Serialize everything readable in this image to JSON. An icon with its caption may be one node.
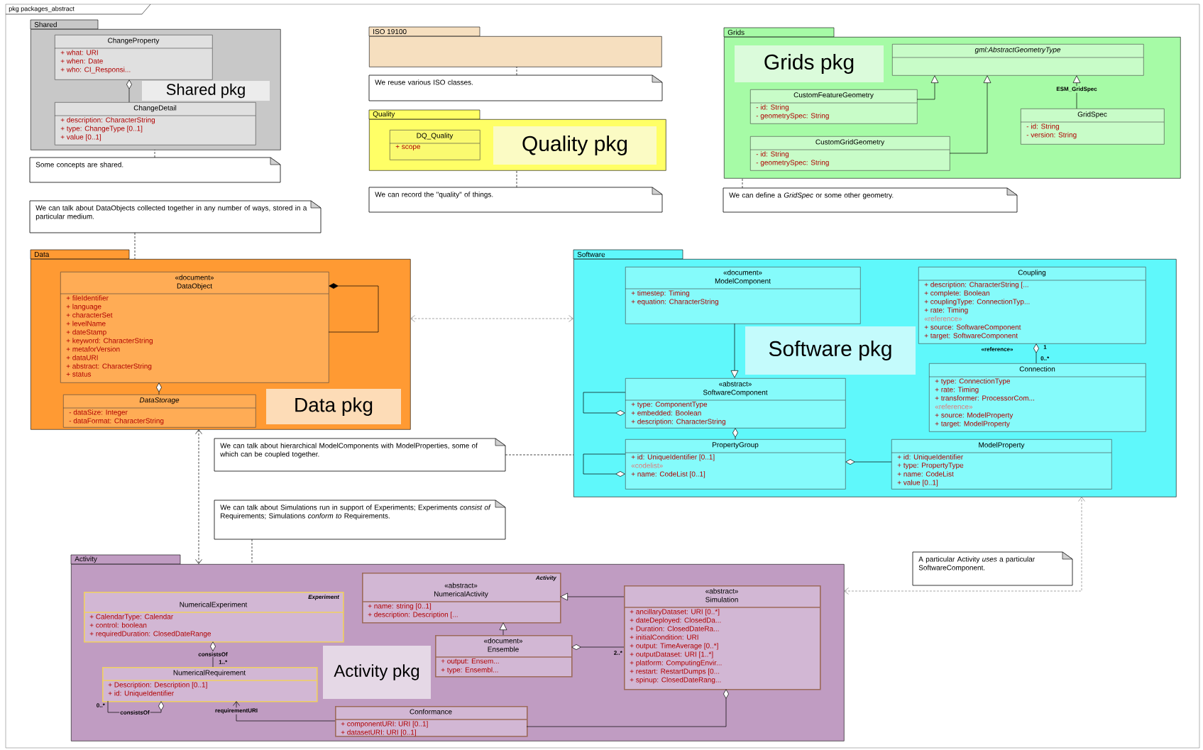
{
  "diagram": {
    "title": "pkg packages_abstract",
    "nodes": [
      {
        "text": [
          "Shared"
        ]
      },
      {
        "text": [
          "ChangeProperty",
          "+ what: URI",
          "+ when: Date",
          "+ who: CI_Responsi..."
        ],
        "in": 0
      },
      {
        "text": [
          "ChangeDetail",
          "+ description: CharacterString",
          "+ type: ChangeType [0..1]",
          "+ value [0..1]"
        ],
        "in": 0
      },
      {
        "text": [
          "Some concepts are shared."
        ]
      },
      {
        "text": [
          "ISO 19100"
        ]
      },
      {
        "text": [
          "We reuse various ISO classes."
        ]
      },
      {
        "text": [
          "Quality"
        ]
      },
      {
        "text": [
          "DQ_Quality",
          "+ scope"
        ],
        "in": 6
      },
      {
        "text": [
          "We can record the \"quality\" of things."
        ]
      },
      {
        "text": [
          "Grids"
        ]
      },
      {
        "text": [
          "gml:AbstractGeometryType"
        ],
        "in": 9
      },
      {
        "text": [
          "CustomFeatureGeometry",
          "- id: String",
          "- geometrySpec: String"
        ],
        "in": 9
      },
      {
        "text": [
          "CustomGridGeometry",
          "- id: String",
          "- geometrySpec: String"
        ],
        "in": 9
      },
      {
        "text": [
          "GridSpec",
          "- id: String",
          "- version: String"
        ],
        "in": 9
      },
      {
        "text": [
          "We can define a *GridSpec* or some other geometry."
        ]
      },
      {
        "text": [
          "We can talk about DataObjects collected together in any number of ways, stored in a particular medium."
        ]
      },
      {
        "text": [
          "Data"
        ]
      },
      {
        "text": [
          "«document»",
          "DataObject",
          "+ fileIdentifier",
          "+ language",
          "+ characterSet",
          "+ levelName",
          "+ dateStamp",
          "+ keyword: CharacterString",
          "+ metaforVersion",
          "+ dataURI",
          "+ abstract: CharacterString",
          "+ status"
        ],
        "in": 16
      },
      {
        "text": [
          "DataStorage",
          "- dataSize: Integer",
          "- dataFormat: CharacterString"
        ],
        "in": 16
      },
      {
        "text": [
          "Software"
        ]
      },
      {
        "text": [
          "«document»",
          "ModelComponent",
          "+ timestep: Timing",
          "+ equation: CharacterString"
        ],
        "in": 19
      },
      {
        "text": [
          "Coupling",
          "+ description: CharacterString [...",
          "+ complete: Boolean",
          "+ couplingType: ConnectionTyp...",
          "+ rate: Timing",
          "«reference»",
          "+ source: SoftwareComponent",
          "+ target: SoftwareComponent"
        ],
        "in": 19
      },
      {
        "text": [
          "«abstract»",
          "SoftwareComponent",
          "+ type: ComponentType",
          "+ embedded: Boolean",
          "+ description: CharacterString"
        ],
        "in": 19
      },
      {
        "text": [
          "Connection",
          "+ type: ConnectionType",
          "+ rate: Timing",
          "+ transformer: ProcessorCom...",
          "«reference»",
          "+ source: ModelProperty",
          "+ target: ModelProperty"
        ],
        "in": 19
      },
      {
        "text": [
          "PropertyGroup",
          "+ id: UniqueIdentifier [0..1]",
          "«codelist»",
          "+ name: CodeList [0..1]"
        ],
        "in": 19
      },
      {
        "text": [
          "ModelProperty",
          "+ id: UniqueIdentifier",
          "+ type: PropertyType",
          "+ name: CodeList",
          "+ value [0..1]"
        ],
        "in": 19
      },
      {
        "text": [
          "We can talk about hierarchical ModelComponents with ModelProperties, some of which can be coupled together."
        ]
      },
      {
        "text": [
          "We can talk about Simulations run in support of Experiments; Experiments *consist of* Requirements; Simulations *conform to* Requirements."
        ]
      },
      {
        "text": [
          "A particular Activity *uses* a particular SoftwareComponent."
        ]
      },
      {
        "text": [
          "Activity"
        ]
      },
      {
        "text": [
          "Activity",
          "«abstract»",
          "NumericalActivity",
          "+ name: string [0..1]",
          "+ description: Description [..."
        ],
        "in": 29
      },
      {
        "text": [
          "Experiment",
          "NumericalExperiment",
          "+ CalendarType: Calendar",
          "+ control: boolean",
          "+ requiredDuration: ClosedDateRange"
        ],
        "in": 29
      },
      {
        "text": [
          "«abstract»",
          "Simulation",
          "+ ancillaryDataset: URI [0..*]",
          "+ dateDeployed: ClosedDa...",
          "+ Duration: ClosedDateRa...",
          "+ initialCondition: URI",
          "+ output: TimeAverage [0..*]",
          "+ outputDataset: URI [1..*]",
          "+ platform: ComputingEnvir...",
          "+ restart: RestartDumps [0...",
          "+ spinup: ClosedDateRang..."
        ],
        "in": 29
      },
      {
        "text": [
          "«document»",
          "Ensemble",
          "+ output: Ensem...",
          "+ type: Ensembl..."
        ],
        "in": 29
      },
      {
        "text": [
          "NumericalRequirement",
          "+ Description: Description [0..1]",
          "+ id: UniqueIdentifier"
        ],
        "in": 29
      },
      {
        "text": [
          "Conformance",
          "+ componentURI: URI [0..1]",
          "+ datasetURI: URI [0..1]"
        ],
        "in": 29
      }
    ],
    "edges": [
      {
        "from": 2,
        "to": 1,
        "arrow": "other"
      },
      {
        "from": 3,
        "to": 0,
        "arrow": "none",
        "style": "dashed"
      },
      {
        "from": 5,
        "to": 4,
        "arrow": "none",
        "style": "dashed"
      },
      {
        "from": 8,
        "to": 6,
        "arrow": "none",
        "style": "dashed"
      },
      {
        "from": 11,
        "to": 10,
        "arrow": "to"
      },
      {
        "from": 12,
        "to": 10,
        "arrow": "to"
      },
      {
        "from": 13,
        "to": 10,
        "arrow": "to",
        "label": "ESM_GridSpec"
      },
      {
        "from": 14,
        "to": 9,
        "arrow": "none",
        "style": "dashed"
      },
      {
        "from": 15,
        "to": 16,
        "arrow": "none",
        "style": "dashed"
      },
      {
        "from": 17,
        "to": 17,
        "arrow": "other"
      },
      {
        "from": 18,
        "to": 17,
        "arrow": "other"
      },
      {
        "from": 16,
        "to": 19,
        "arrow": "both",
        "style": "dashed",
        "color": "#808080"
      },
      {
        "from": 20,
        "to": 22,
        "arrow": "to"
      },
      {
        "from": 22,
        "to": 22,
        "arrow": "other"
      },
      {
        "from": 23,
        "to": 21,
        "arrow": "other",
        "label": "«reference»"
      },
      {
        "from": 24,
        "to": 22,
        "arrow": "other"
      },
      {
        "from": 24,
        "to": 24,
        "arrow": "other"
      },
      {
        "from": 25,
        "to": 24,
        "arrow": "other"
      },
      {
        "from": 26,
        "to": 19,
        "arrow": "none",
        "style": "dashed"
      },
      {
        "from": 16,
        "to": 29,
        "arrow": "both",
        "style": "dashed"
      },
      {
        "from": 27,
        "to": 29,
        "arrow": "none",
        "style": "dashed"
      },
      {
        "from": 29,
        "to": 19,
        "arrow": "both",
        "style": "dashed",
        "color": "#808080"
      },
      {
        "from": 32,
        "to": 30,
        "arrow": "to"
      },
      {
        "from": 33,
        "to": 30,
        "arrow": "to"
      },
      {
        "from": 32,
        "to": 33,
        "arrow": "other"
      },
      {
        "from": 34,
        "to": 31,
        "arrow": "other",
        "label": "consistsOf"
      },
      {
        "from": 34,
        "to": 34,
        "arrow": "other",
        "label": "consistsOf"
      },
      {
        "from": 35,
        "to": 34,
        "arrow": "to",
        "label": "requirementURI"
      },
      {
        "from": 35,
        "to": 32,
        "arrow": "other"
      }
    ],
    "labels": [
      "Shared pkg",
      "Quality pkg",
      "Grids pkg",
      "Data pkg",
      "Software pkg",
      "Activity pkg",
      "1",
      "0..*",
      "2..*",
      "1..*",
      "0..*"
    ]
  }
}
